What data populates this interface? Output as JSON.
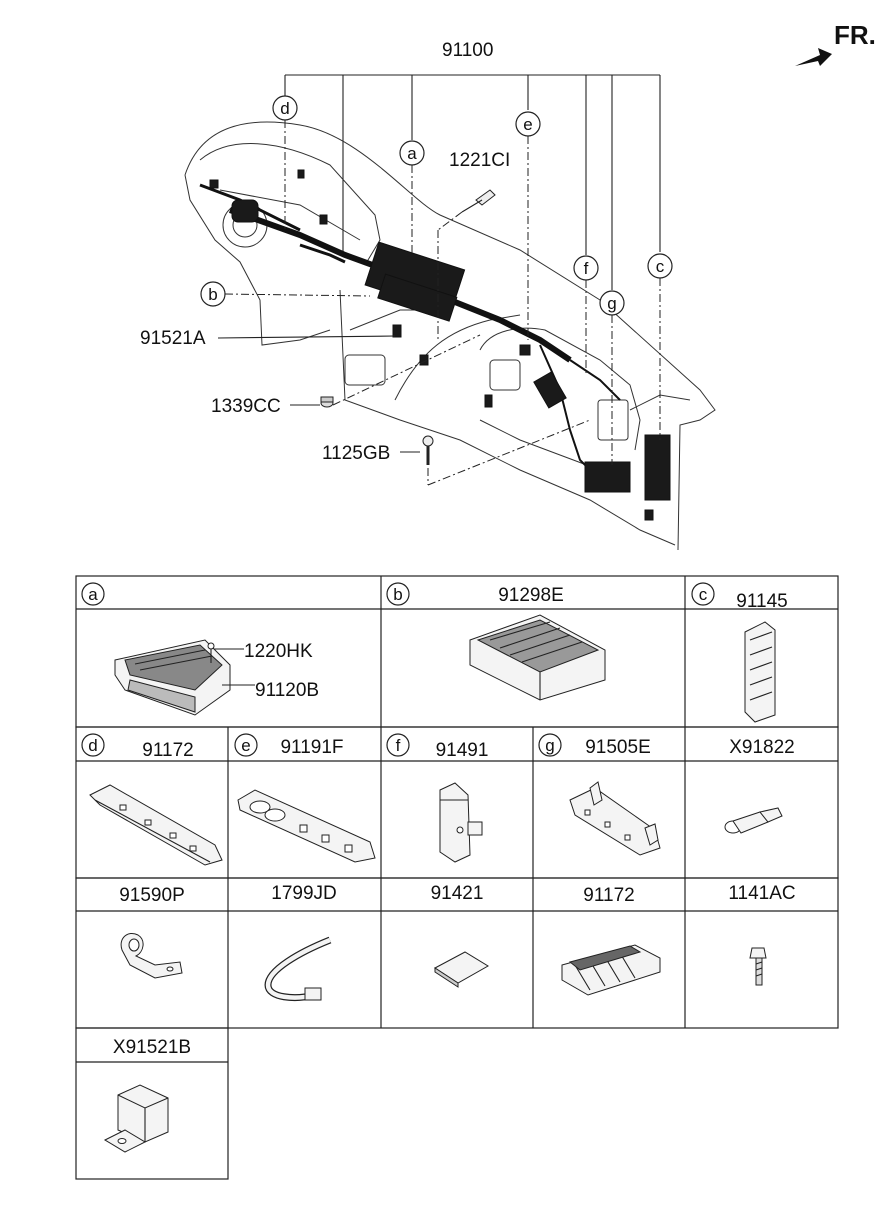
{
  "header": {
    "direction_label": "FR.",
    "main_part": "91100"
  },
  "callouts": [
    {
      "id": "a",
      "letter": "a"
    },
    {
      "id": "b",
      "letter": "b"
    },
    {
      "id": "c",
      "letter": "c"
    },
    {
      "id": "d",
      "letter": "d"
    },
    {
      "id": "e",
      "letter": "e"
    },
    {
      "id": "f",
      "letter": "f"
    },
    {
      "id": "g",
      "letter": "g"
    }
  ],
  "diagram_labels": {
    "bolt_top": "1221CI",
    "connector_left": "91521A",
    "nut": "1339CC",
    "screw": "1125GB"
  },
  "table": {
    "row1": [
      {
        "letter": "a",
        "part": "",
        "sub_parts": [
          "1220HK",
          "91120B"
        ]
      },
      {
        "letter": "b",
        "part": "91298E"
      },
      {
        "letter": "c",
        "part": "91145"
      }
    ],
    "row2": [
      {
        "letter": "d",
        "part": "91172"
      },
      {
        "letter": "e",
        "part": "91191F"
      },
      {
        "letter": "f",
        "part": "91491"
      },
      {
        "letter": "g",
        "part": "91505E"
      },
      {
        "letter": "",
        "part": "X91822"
      }
    ],
    "row3": [
      {
        "part": "91590P"
      },
      {
        "part": "1799JD"
      },
      {
        "part": "91421"
      },
      {
        "part": "91172"
      },
      {
        "part": "1141AC"
      }
    ],
    "row4": [
      {
        "part": "X91521B"
      }
    ]
  }
}
